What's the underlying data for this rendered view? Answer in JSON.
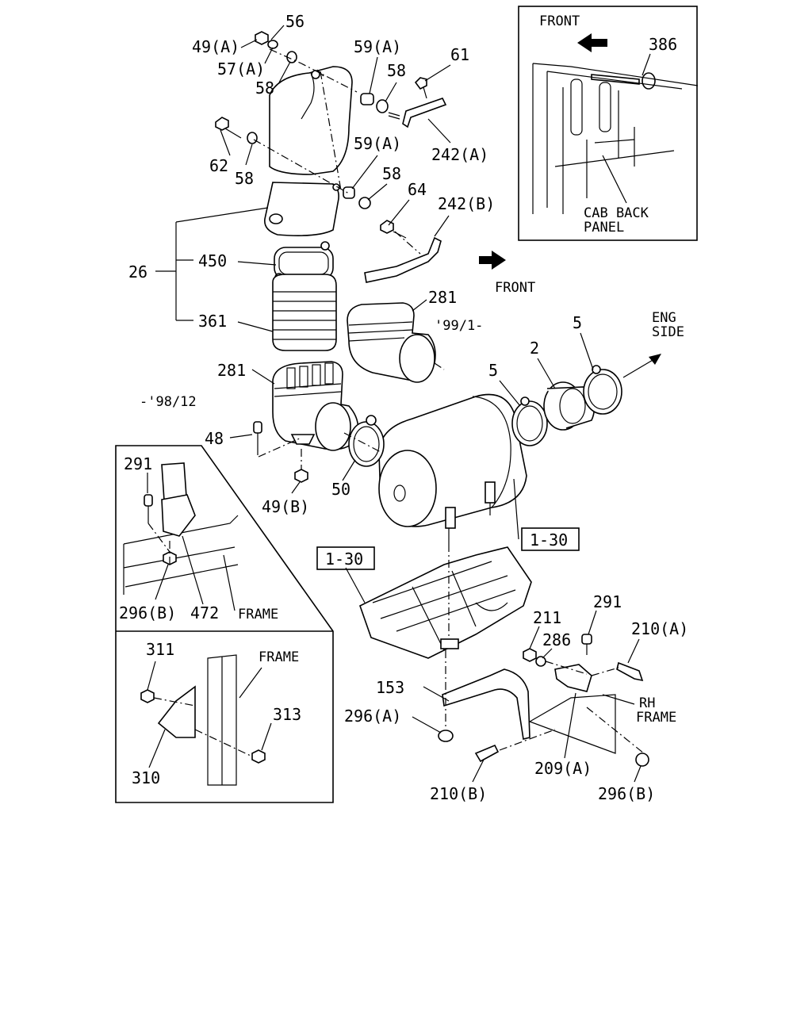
{
  "labels": {
    "p56": "56",
    "p49a": "49(A)",
    "p57a": "57(A)",
    "p58_top": "58",
    "p59a_top": "59(A)",
    "p58_mid": "58",
    "p61": "61",
    "p62": "62",
    "p58_left": "58",
    "p242a": "242(A)",
    "p59a_mid": "59(A)",
    "p58_low": "58",
    "p64": "64",
    "p242b": "242(B)",
    "p26": "26",
    "p450": "450",
    "p361": "361",
    "p281_top": "281",
    "p281_low": "281",
    "p5_right": "5",
    "p2": "2",
    "p5_left": "5",
    "p48": "48",
    "p49b": "49(B)",
    "p50": "50",
    "p1_30_right": "1-30",
    "p1_30_left": "1-30",
    "p291_inset": "291",
    "p296b_inset": "296(B)",
    "p472": "472",
    "p311": "311",
    "p313": "313",
    "p310": "310",
    "p211": "211",
    "p291": "291",
    "p210a": "210(A)",
    "p286": "286",
    "p153": "153",
    "p296a": "296(A)",
    "p209a": "209(A)",
    "p210b": "210(B)",
    "p296b": "296(B)",
    "p386": "386"
  },
  "text": {
    "front_inset": "FRONT",
    "front_main": "FRONT",
    "cab_back_1": "CAB BACK",
    "cab_back_2": "PANEL",
    "eng_side_1": "ENG",
    "eng_side_2": "SIDE",
    "date_new": "'99/1-",
    "date_old": "-'98/12",
    "frame_inset1": "FRAME",
    "frame_inset2": "FRAME",
    "rh_frame_1": "RH",
    "rh_frame_2": "FRAME"
  }
}
